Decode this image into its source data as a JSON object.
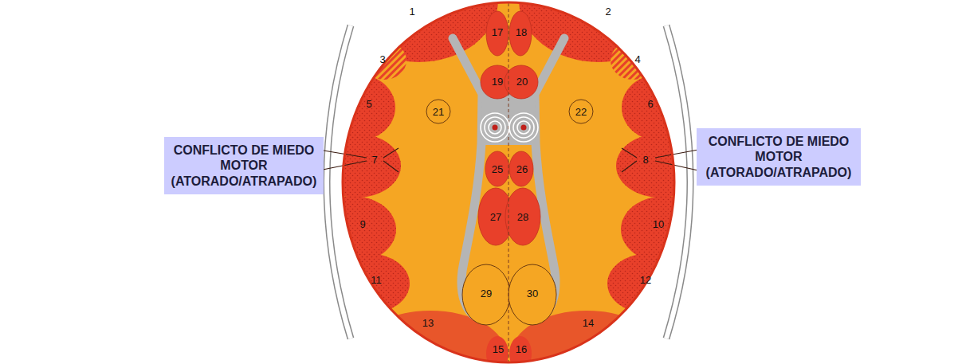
{
  "diagram": {
    "nodes": [
      {
        "text": [
          "CONFLICTO DE MIEDO MOTOR (ATORADO/ATRAPADO)"
        ]
      },
      {
        "text": [
          "CONFLICTO DE MIEDO MOTOR (ATORADO/ATRAPADO)"
        ]
      }
    ],
    "labels": [
      "1",
      "2",
      "3",
      "4",
      "5",
      "6",
      "7",
      "8",
      "9",
      "10",
      "11",
      "12",
      "13",
      "14",
      "15",
      "16",
      "17",
      "18",
      "19",
      "20",
      "21",
      "22",
      "25",
      "26",
      "27",
      "28",
      "29",
      "30"
    ]
  }
}
